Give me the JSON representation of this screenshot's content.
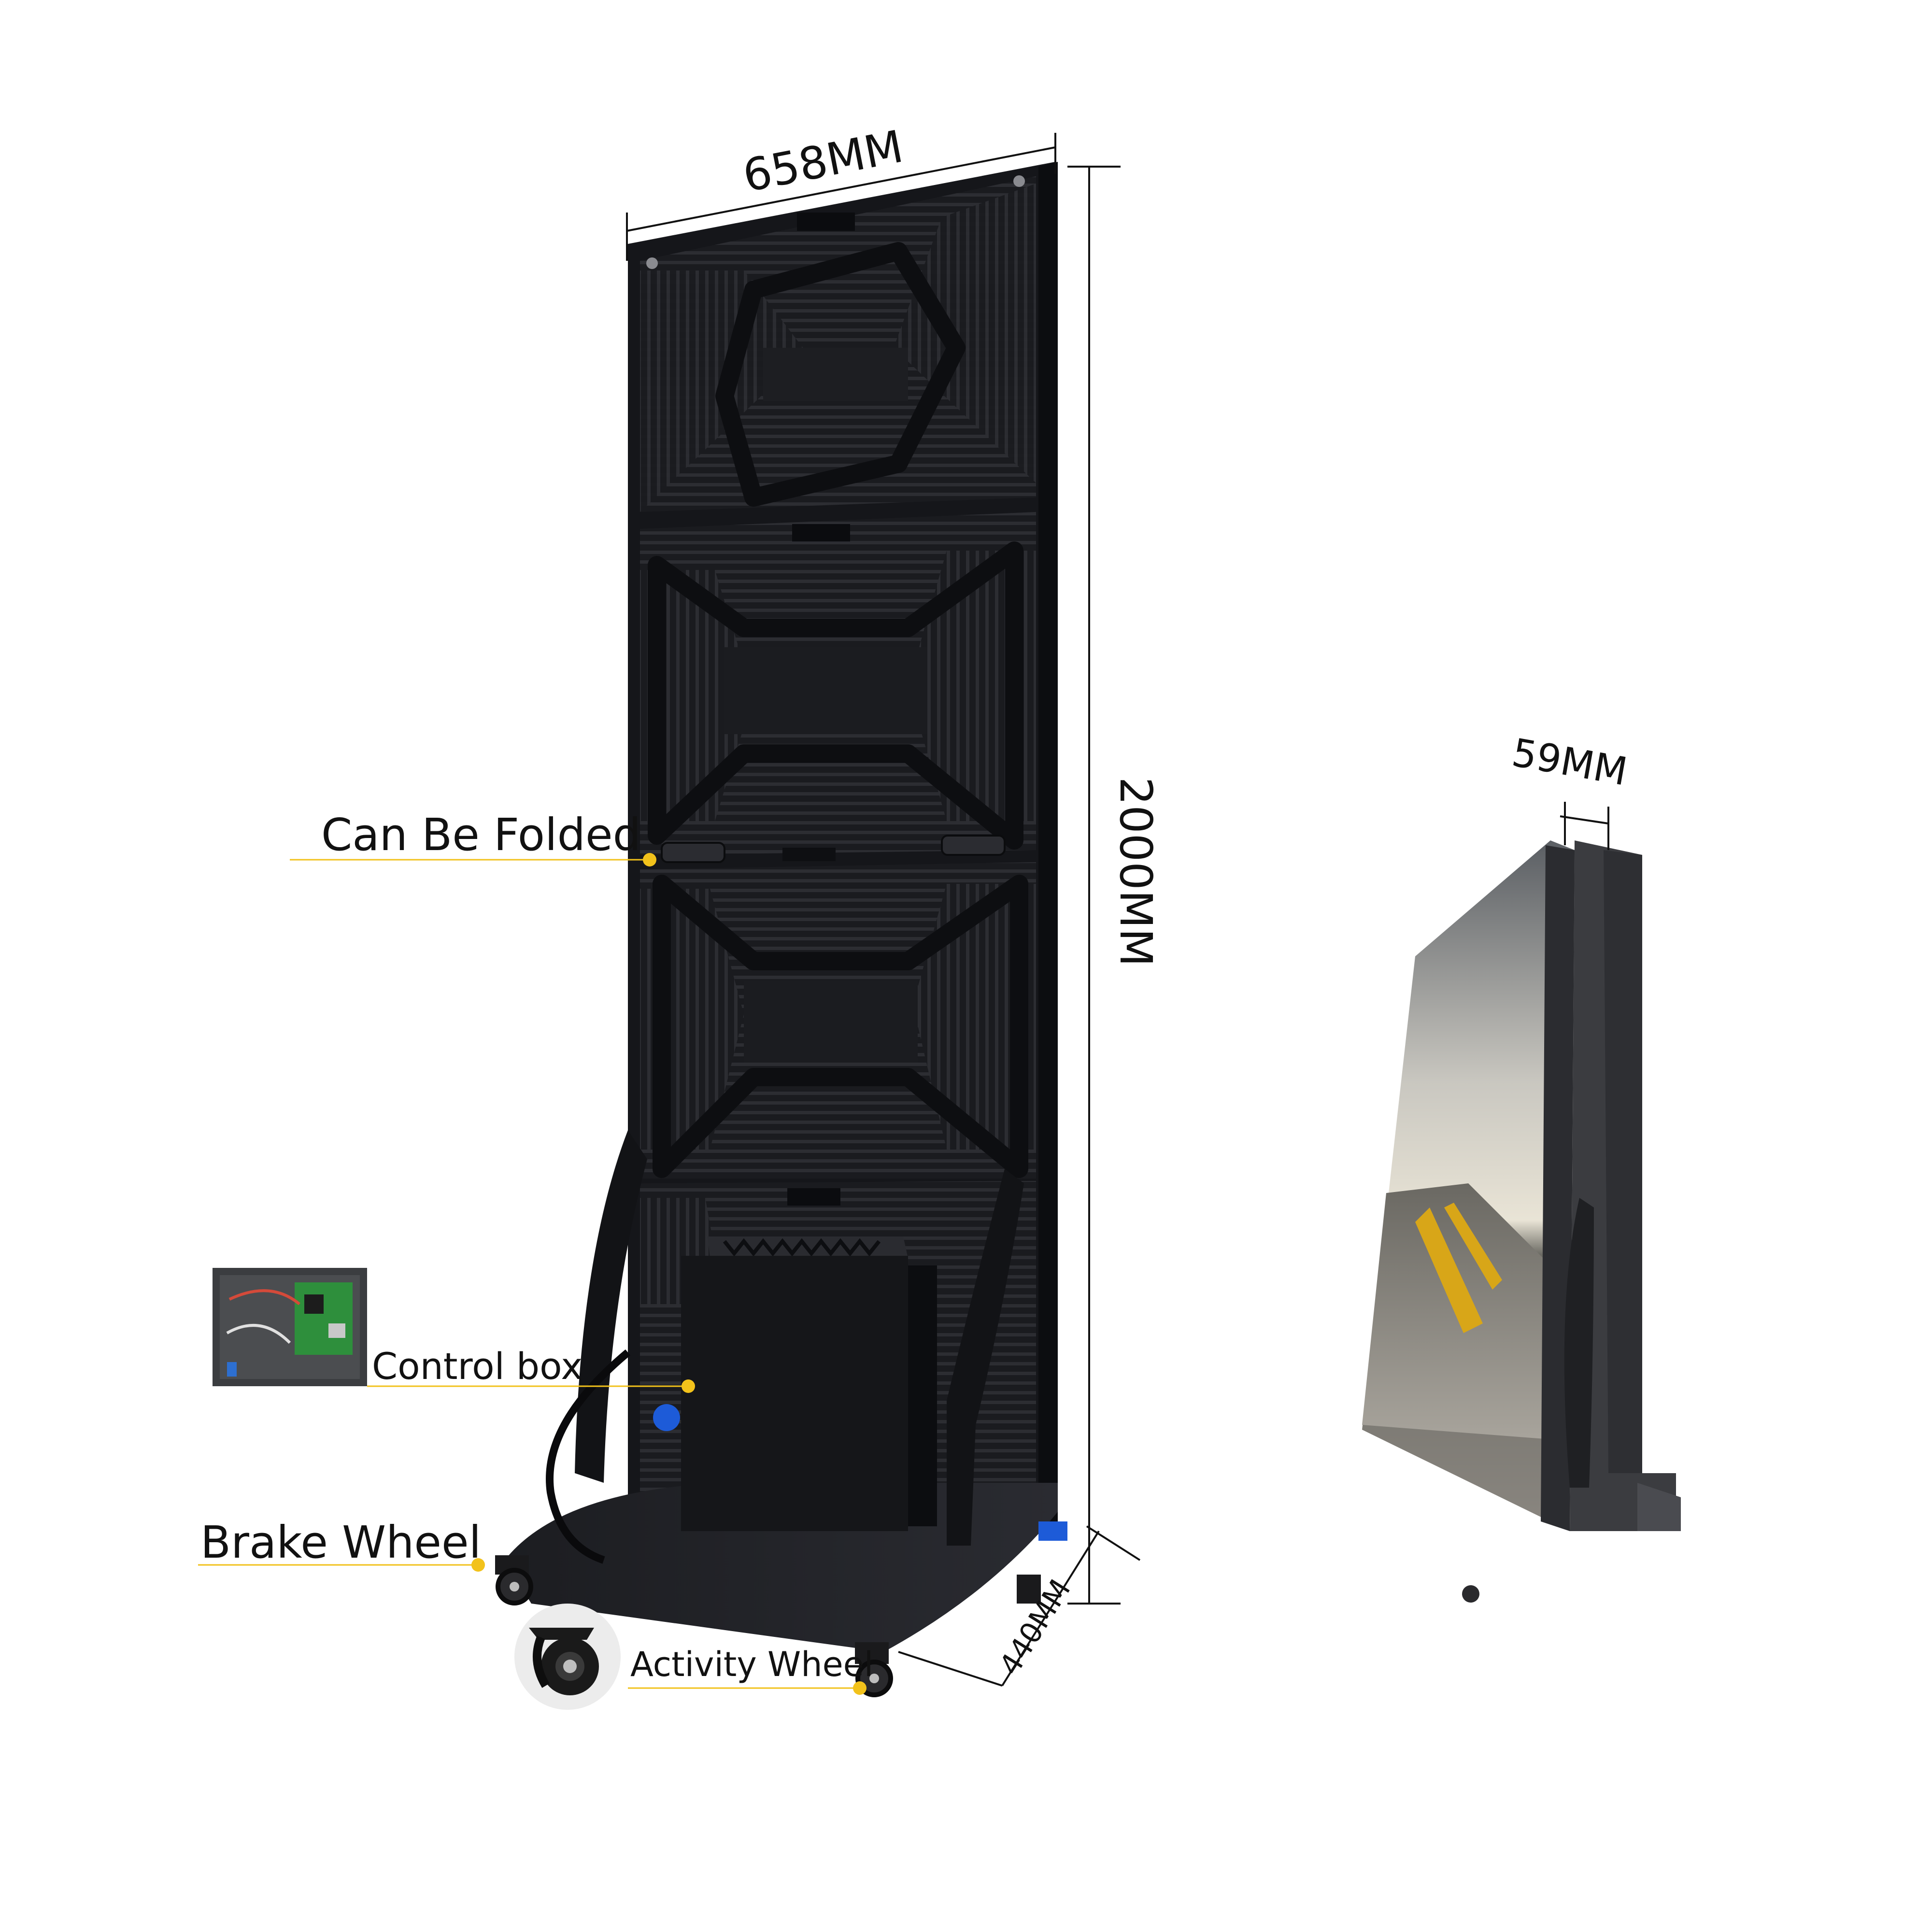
{
  "dimensions": {
    "width": "658MM",
    "height": "2000MM",
    "depth": "440MM",
    "thickness": "59MM"
  },
  "callouts": {
    "fold": "Can Be Folded",
    "control_box": "Control box",
    "brake_wheel": "Brake Wheel",
    "activity_wheel": "Activity Wheel"
  },
  "colors": {
    "panel": "#1c1d21",
    "panel_edge": "#0d0e10",
    "rib": "#2a2b30",
    "callout_dot": "#f2c21b",
    "callout_line": "#f2c21b",
    "dimension_line": "#111111",
    "accent_blue": "#1d5bd8",
    "side_frame": "#3b3c40"
  },
  "icons": {
    "fold": "hinge-icon",
    "control_box": "circuit-board-photo",
    "activity_wheel": "caster-wheel-photo",
    "brake_wheel": "brake-caster-icon"
  }
}
